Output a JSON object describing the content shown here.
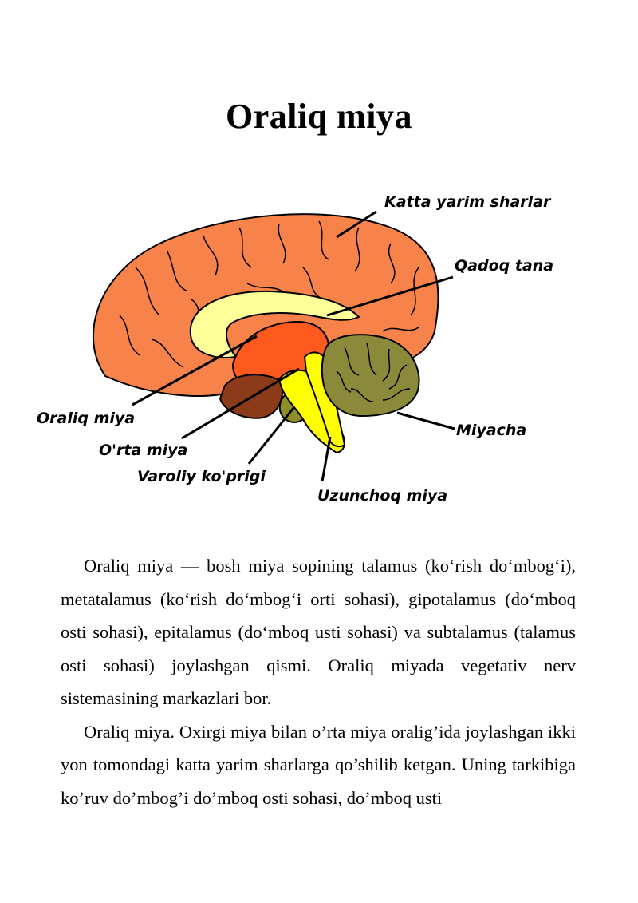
{
  "page": {
    "title": "Oraliq miya"
  },
  "figure": {
    "labels": {
      "katta_yarim_sharlar": "Katta yarim sharlar",
      "qadoq_tana": "Qadoq tana",
      "oraliq_miya": "Oraliq miya",
      "orta_miya": "O'rta miya",
      "varoliy_koprigi": "Varoliy ko'prigi",
      "miyacha": "Miyacha",
      "uzunchoq_miya": "Uzunchoq miya"
    },
    "colors": {
      "cerebrum": "#f7834a",
      "corpus_callosum": "#ffff99",
      "diencephalon": "#ff5a1e",
      "midbrain": "#8b3a1a",
      "brainstem": "#ffff00",
      "pons_dark": "#8f8f2a",
      "cerebellum": "#8a8a3a",
      "outline": "#000000"
    }
  },
  "body": {
    "paragraphs": [
      "Oraliq miya — bosh miya sopining talamus (ko‘rish do‘mbog‘i), metatalamus (ko‘rish do‘mbog‘i orti sohasi), gipotalamus (do‘mboq osti sohasi), epitalamus (do‘mboq usti sohasi) va subtalamus (talamus osti sohasi) joylashgan qismi. Oraliq miyada vegetativ nerv sistemasining markazlari bor.",
      "Oraliq miya. Oxirgi miya bilan o’rta miya oralig’ida joylashgan ikki yon tomondagi katta yarim sharlarga qo’shilib ketgan. Uning tarkibiga ko’ruv do’mbog’i do’mboq osti sohasi, do’mboq usti"
    ]
  }
}
